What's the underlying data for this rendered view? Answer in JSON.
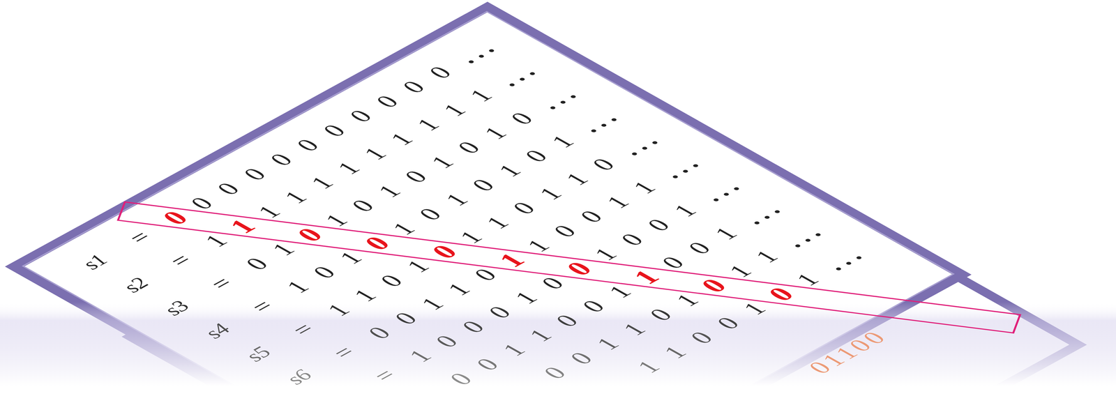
{
  "diagram": {
    "nodes": [
      {
        "text": [
          "0",
          "1",
          "0",
          "0",
          "0",
          "1",
          "0",
          "1",
          "0",
          "0"
        ]
      }
    ],
    "labels": [
      "s1",
      "=",
      "0",
      "0",
      "0",
      "0",
      "0",
      "0",
      "0",
      "0",
      "0",
      "0",
      "...",
      "s2",
      "=",
      "1",
      "1",
      "1",
      "1",
      "1",
      "1",
      "1",
      "1",
      "1",
      "1",
      "...",
      "s3",
      "=",
      "0",
      "1",
      "1",
      "0",
      "1",
      "0",
      "1",
      "0",
      "1",
      "0",
      "...",
      "s4",
      "=",
      "1",
      "0",
      "1",
      "1",
      "0",
      "1",
      "0",
      "1",
      "0",
      "1",
      "...",
      "s5",
      "=",
      "1",
      "1",
      "0",
      "1",
      "1",
      "1",
      "0",
      "1",
      "1",
      "0",
      "...",
      "s6",
      "=",
      "0",
      "0",
      "1",
      "1",
      "0",
      "1",
      "0",
      "0",
      "1",
      "1",
      "...",
      "=",
      "1",
      "0",
      "0",
      "0",
      "1",
      "0",
      "1",
      "0",
      "0",
      "1",
      "...",
      "0",
      "0",
      "1",
      "1",
      "0",
      "0",
      "1",
      "0",
      "0",
      "1",
      "...",
      "0",
      "0",
      "1",
      "1",
      "0",
      "1",
      "1",
      "1",
      "...",
      "1",
      "1",
      "0",
      "0",
      "1",
      "1",
      "...",
      "01100"
    ]
  }
}
